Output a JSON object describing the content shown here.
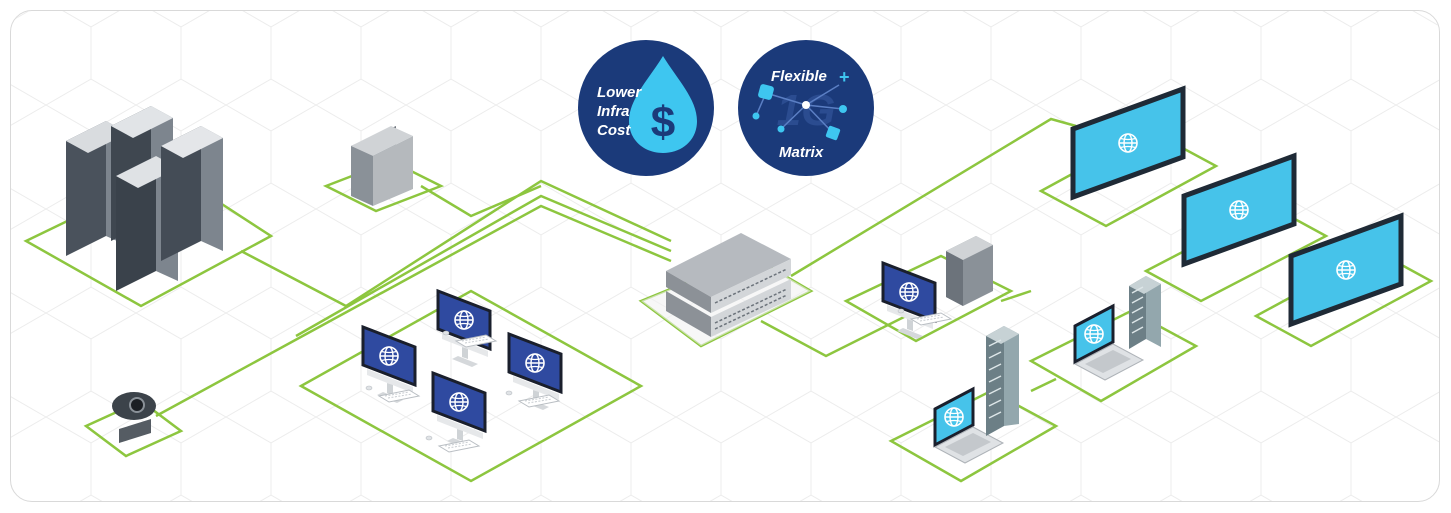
{
  "badges": {
    "cost": {
      "line1": "Lower",
      "line2": "Infra",
      "line3": "Cost",
      "icon": "dollar-drop-icon"
    },
    "matrix": {
      "line1": "Flexible",
      "plus": "+",
      "big": "1G",
      "line3": "Matrix",
      "icon": "network-nodes-icon"
    }
  },
  "colors": {
    "link": "#8dc63f",
    "badge_bg": "#1b3a7a",
    "badge_accent": "#3ec6f0",
    "screen": "#2f4aa0",
    "display_screen": "#46c3ea",
    "device_gray": "#9aa0a6"
  },
  "icons": [
    "globe-icon",
    "server-rack-icon",
    "tower-pc-icon",
    "network-switch-icon",
    "webcam-icon",
    "laptop-icon",
    "office-building-icon",
    "display-panel-icon"
  ]
}
